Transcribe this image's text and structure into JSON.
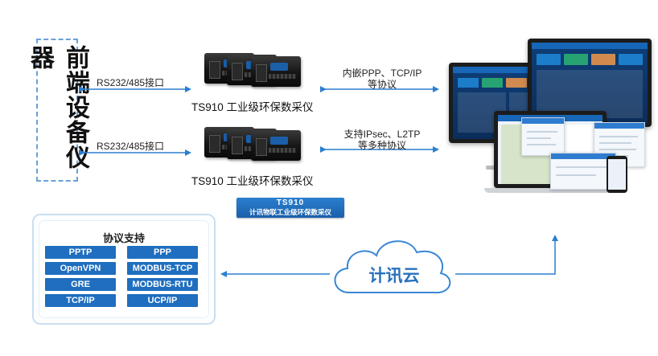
{
  "left_label": "前端设备仪器",
  "links": {
    "top_left": "RS232/485接口",
    "bottom_left": "RS232/485接口",
    "top_right_line1": "内嵌PPP、TCP/IP",
    "top_right_line2": "等协议",
    "bottom_right_line1": "支持IPsec、L2TP",
    "bottom_right_line2": "等多种协议"
  },
  "devices": {
    "top_title": "TS910 工业级环保数采仪",
    "bottom_title": "TS910 工业级环保数采仪"
  },
  "banner": {
    "title": "TS910",
    "subtitle": "计讯物联工业级环保数采仪"
  },
  "protocols": {
    "title": "协议支持",
    "items": [
      "PPTP",
      "PPP",
      "OpenVPN",
      "MODBUS-TCP",
      "GRE",
      "MODBUS-RTU",
      "TCP/IP",
      "UCP/IP"
    ]
  },
  "cloud": {
    "label": "计讯云"
  },
  "colors": {
    "accent_blue": "#1f6ebf",
    "arrow_blue": "#2b7fd0",
    "dashed_border": "#6aa0d8",
    "cloud_stroke": "#3a86d6"
  }
}
